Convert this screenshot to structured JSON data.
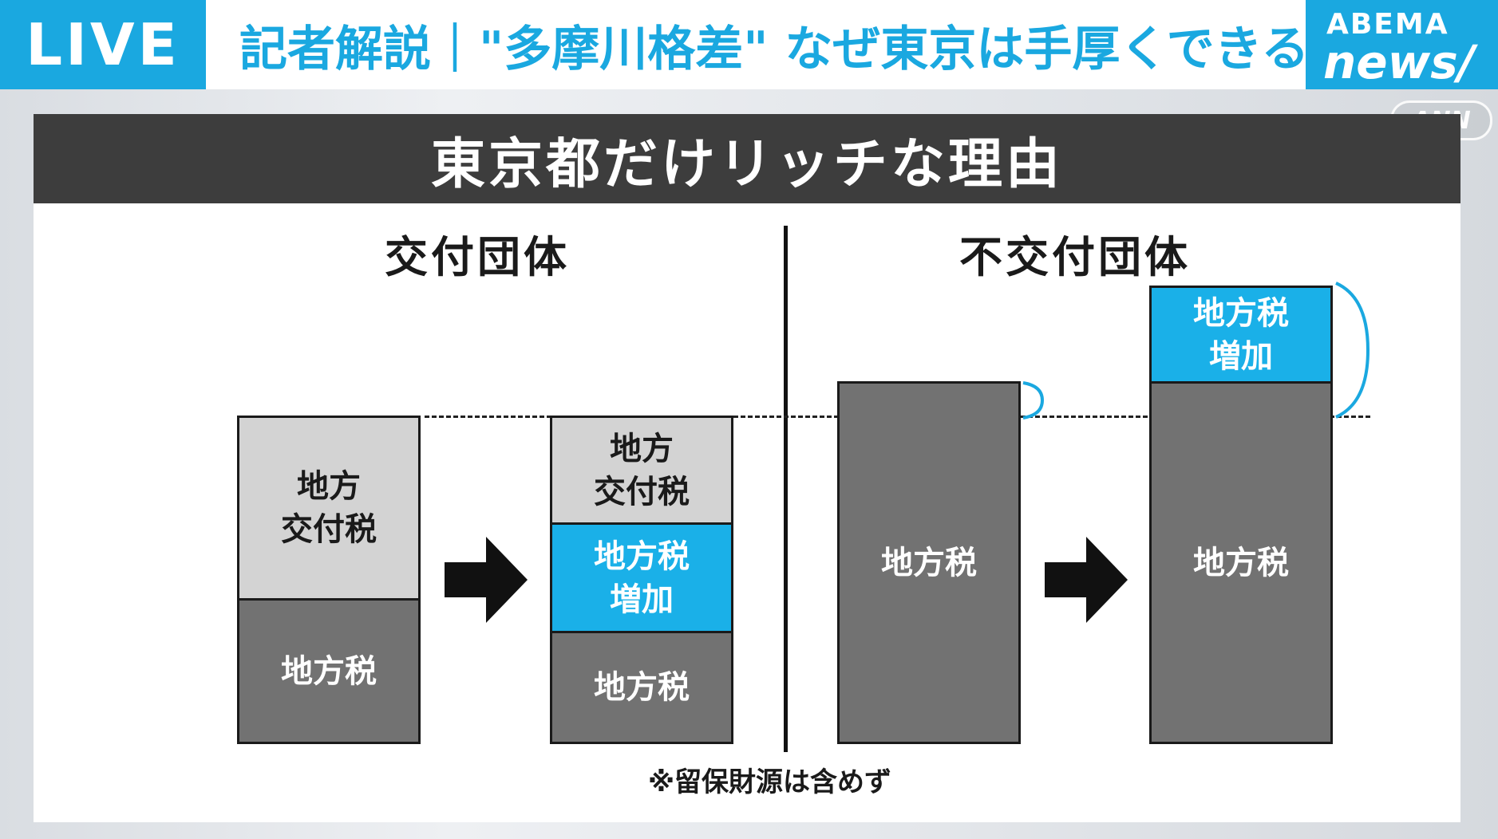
{
  "broadcast": {
    "live_label": "LIVE",
    "headline": "記者解説｜\"多摩川格差\" なぜ東京は手厚くできる?",
    "logo_top": "ABEMA",
    "logo_bottom": "news/",
    "watermark": "ANN"
  },
  "slide": {
    "title": "東京都だけリッチな理由",
    "left_section": "交付団体",
    "right_section": "不交付団体",
    "footnote": "※留保財源は含めず",
    "blocks": {
      "left_before_top": "地方\n交付税",
      "left_before_bottom": "地方税",
      "left_after_top": "地方\n交付税",
      "left_after_middle": "地方税\n増加",
      "left_after_bottom": "地方税",
      "right_before": "地方税",
      "right_after_top": "地方税\n増加",
      "right_after_bottom": "地方税"
    }
  },
  "colors": {
    "accent_blue": "#1aa8e0",
    "increase_blue": "#1ab0e8",
    "tax_gray": "#727272",
    "grant_light_gray": "#d3d3d3",
    "title_bar": "#3d3d3d"
  }
}
